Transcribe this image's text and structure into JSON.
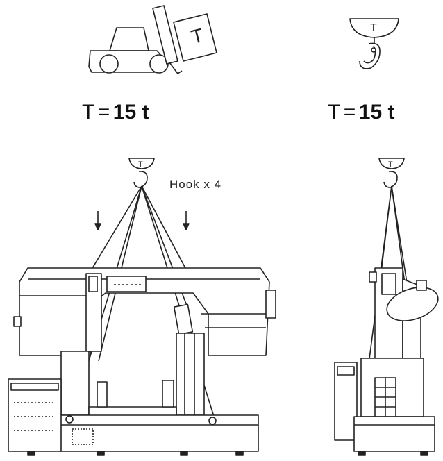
{
  "diagram": {
    "forklift": {
      "load_letter": "T",
      "capacity_symbol": "T",
      "equals": "=",
      "capacity_value": "15 t"
    },
    "crane": {
      "hook_letter": "T",
      "capacity_symbol": "T",
      "equals": "=",
      "capacity_value": "15 t"
    },
    "front_view": {
      "hook_letter": "T",
      "hook_note": "Hook x 4"
    },
    "side_view": {
      "hook_letter": "T"
    }
  },
  "colors": {
    "line": "#222222",
    "background": "#ffffff"
  },
  "icons": [
    "forklift-icon",
    "crane-hook-icon",
    "down-arrow-icon"
  ]
}
